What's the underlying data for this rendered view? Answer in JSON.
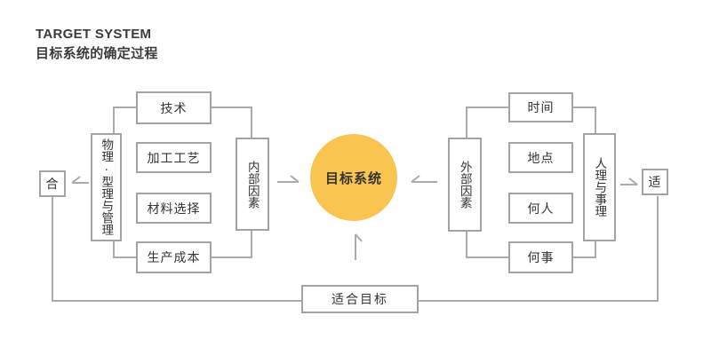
{
  "header": {
    "title_en": "TARGET SYSTEM",
    "title_zh": "目标系统的确定过程"
  },
  "diagram": {
    "center": {
      "label": "目标系统"
    },
    "left": {
      "result_label": "合",
      "group_label": "物理·型理与管理",
      "factor_label": "内部因素",
      "items": [
        {
          "label": "技术"
        },
        {
          "label": "加工工艺"
        },
        {
          "label": "材料选择"
        },
        {
          "label": "生产成本"
        }
      ]
    },
    "right": {
      "result_label": "适",
      "group_label": "人理与事理",
      "factor_label": "外部因素",
      "items": [
        {
          "label": "时间"
        },
        {
          "label": "地点"
        },
        {
          "label": "何人"
        },
        {
          "label": "何事"
        }
      ]
    },
    "bottom": {
      "label": "适合目标"
    }
  },
  "colors": {
    "accent": "#FAC451",
    "line": "#ABABAB",
    "border": "#A3A3A3",
    "text": "#333333",
    "title": "#3B3B3B",
    "background": "#FFFFFF"
  }
}
